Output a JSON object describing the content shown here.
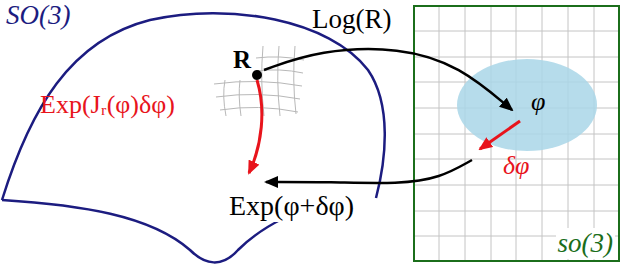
{
  "diagram": {
    "nodes": [
      {
        "text": [
          "SO(3)",
          "R",
          "Exp(Jᵣ(φ)δφ)"
        ]
      },
      {
        "text": [
          "so(3)"
        ]
      },
      {
        "text": [
          "φ",
          "δφ"
        ],
        "in": 1
      }
    ],
    "edges": [
      {
        "from": 0,
        "to": 2,
        "arrow": "to",
        "label": "Log(R)"
      },
      {
        "from": 2,
        "to": 0,
        "arrow": "to",
        "label": "Exp(φ+δφ)"
      }
    ]
  }
}
